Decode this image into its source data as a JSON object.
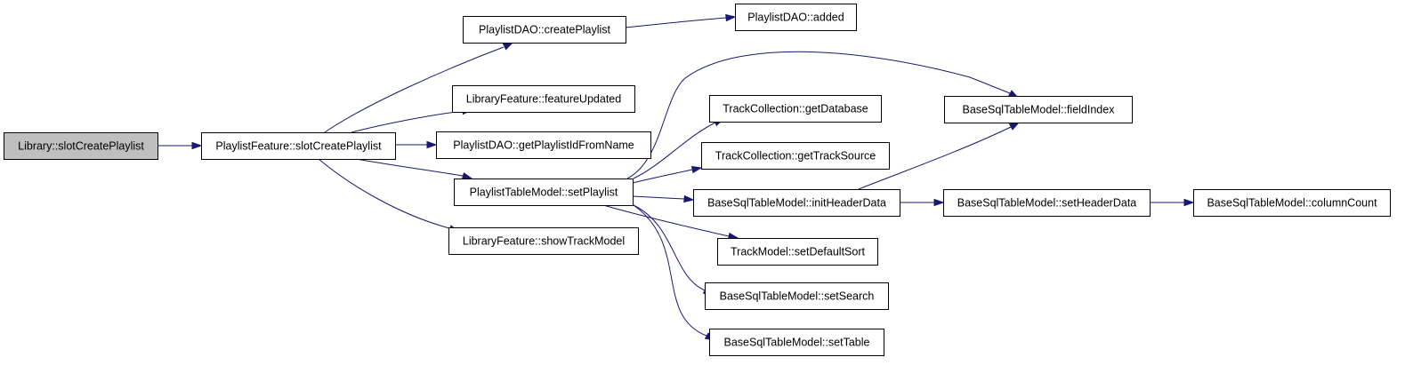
{
  "colors": {
    "root_fill": "#bfbfbf",
    "node_fill": "#ffffff",
    "border": "#000000",
    "edge": "#191970"
  },
  "nodes": [
    {
      "id": "library_slotcreateplaylist",
      "label": "Library::slotCreatePlaylist",
      "root": true
    },
    {
      "id": "playlistfeature_slotcreateplaylist",
      "label": "PlaylistFeature::slotCreatePlaylist"
    },
    {
      "id": "playlistdao_createplaylist",
      "label": "PlaylistDAO::createPlaylist"
    },
    {
      "id": "playlistdao_added",
      "label": "PlaylistDAO::added"
    },
    {
      "id": "libraryfeature_featureupdated",
      "label": "LibraryFeature::featureUpdated"
    },
    {
      "id": "playlistdao_getplaylistidfromname",
      "label": "PlaylistDAO::getPlaylistIdFromName"
    },
    {
      "id": "playlisttablemodel_setplaylist",
      "label": "PlaylistTableModel::setPlaylist"
    },
    {
      "id": "libraryfeature_showtrackmodel",
      "label": "LibraryFeature::showTrackModel"
    },
    {
      "id": "basesqltablemodel_fieldindex",
      "label": "BaseSqlTableModel::fieldIndex"
    },
    {
      "id": "trackcollection_getdatabase",
      "label": "TrackCollection::getDatabase"
    },
    {
      "id": "trackcollection_gettracksource",
      "label": "TrackCollection::getTrackSource"
    },
    {
      "id": "basesqltablemodel_initheaderdata",
      "label": "BaseSqlTableModel::initHeaderData"
    },
    {
      "id": "basesqltablemodel_setheaderdata",
      "label": "BaseSqlTableModel::setHeaderData"
    },
    {
      "id": "basesqltablemodel_columncount",
      "label": "BaseSqlTableModel::columnCount"
    },
    {
      "id": "trackmodel_setdefaultsort",
      "label": "TrackModel::setDefaultSort"
    },
    {
      "id": "basesqltablemodel_setsearch",
      "label": "BaseSqlTableModel::setSearch"
    },
    {
      "id": "basesqltablemodel_settable",
      "label": "BaseSqlTableModel::setTable"
    }
  ],
  "edges": [
    {
      "from": "library_slotcreateplaylist",
      "to": "playlistfeature_slotcreateplaylist"
    },
    {
      "from": "playlistfeature_slotcreateplaylist",
      "to": "playlistdao_createplaylist"
    },
    {
      "from": "playlistdao_createplaylist",
      "to": "playlistdao_added"
    },
    {
      "from": "playlistfeature_slotcreateplaylist",
      "to": "libraryfeature_featureupdated"
    },
    {
      "from": "playlistfeature_slotcreateplaylist",
      "to": "playlistdao_getplaylistidfromname"
    },
    {
      "from": "playlistfeature_slotcreateplaylist",
      "to": "playlisttablemodel_setplaylist"
    },
    {
      "from": "playlistfeature_slotcreateplaylist",
      "to": "libraryfeature_showtrackmodel"
    },
    {
      "from": "playlisttablemodel_setplaylist",
      "to": "basesqltablemodel_fieldindex"
    },
    {
      "from": "playlisttablemodel_setplaylist",
      "to": "trackcollection_getdatabase"
    },
    {
      "from": "playlisttablemodel_setplaylist",
      "to": "trackcollection_gettracksource"
    },
    {
      "from": "playlisttablemodel_setplaylist",
      "to": "basesqltablemodel_initheaderdata"
    },
    {
      "from": "basesqltablemodel_initheaderdata",
      "to": "basesqltablemodel_fieldindex"
    },
    {
      "from": "basesqltablemodel_initheaderdata",
      "to": "basesqltablemodel_setheaderdata"
    },
    {
      "from": "basesqltablemodel_setheaderdata",
      "to": "basesqltablemodel_columncount"
    },
    {
      "from": "playlisttablemodel_setplaylist",
      "to": "trackmodel_setdefaultsort"
    },
    {
      "from": "playlisttablemodel_setplaylist",
      "to": "basesqltablemodel_setsearch"
    },
    {
      "from": "playlisttablemodel_setplaylist",
      "to": "basesqltablemodel_settable"
    }
  ]
}
